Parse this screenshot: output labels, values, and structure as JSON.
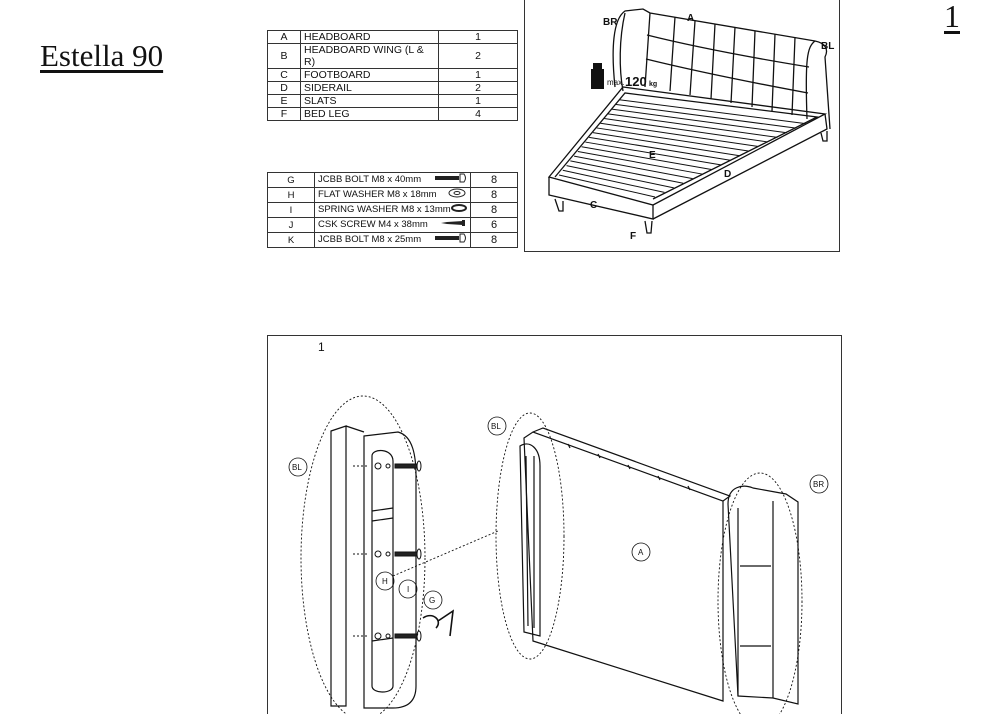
{
  "title": "Estella 90",
  "page_number": "1",
  "parts": [
    {
      "letter": "A",
      "name": "HEADBOARD",
      "qty": "1"
    },
    {
      "letter": "B",
      "name": "HEADBOARD WING (L & R)",
      "qty": "2"
    },
    {
      "letter": "C",
      "name": "FOOTBOARD",
      "qty": "1"
    },
    {
      "letter": "D",
      "name": "SIDERAIL",
      "qty": "2"
    },
    {
      "letter": "E",
      "name": "SLATS",
      "qty": "1"
    },
    {
      "letter": "F",
      "name": "BED LEG",
      "qty": "4"
    }
  ],
  "hardware": [
    {
      "letter": "G",
      "name": "JCBB BOLT M8 x 40mm",
      "qty": "8",
      "icon": "bolt-icon"
    },
    {
      "letter": "H",
      "name": "FLAT WASHER M8 x 18mm",
      "qty": "8",
      "icon": "washer-icon"
    },
    {
      "letter": "I",
      "name": "SPRING WASHER M8 x 13mm",
      "qty": "8",
      "icon": "spring-washer-icon"
    },
    {
      "letter": "J",
      "name": "CSK SCREW M4 x 38mm",
      "qty": "6",
      "icon": "screw-icon"
    },
    {
      "letter": "K",
      "name": "JCBB BOLT M8 x 25mm",
      "qty": "8",
      "icon": "bolt-icon"
    }
  ],
  "bed_labels": {
    "a": "A",
    "br": "BR",
    "bl": "BL",
    "c": "C",
    "d": "D",
    "e": "E",
    "f": "F",
    "max_prefix": "max.",
    "max_value": "120",
    "max_unit": "kg"
  },
  "step": {
    "number": "1",
    "labels": {
      "bl1": "BL",
      "bl2": "BL",
      "br": "BR",
      "a": "A",
      "h": "H",
      "i": "I",
      "g": "G"
    }
  }
}
